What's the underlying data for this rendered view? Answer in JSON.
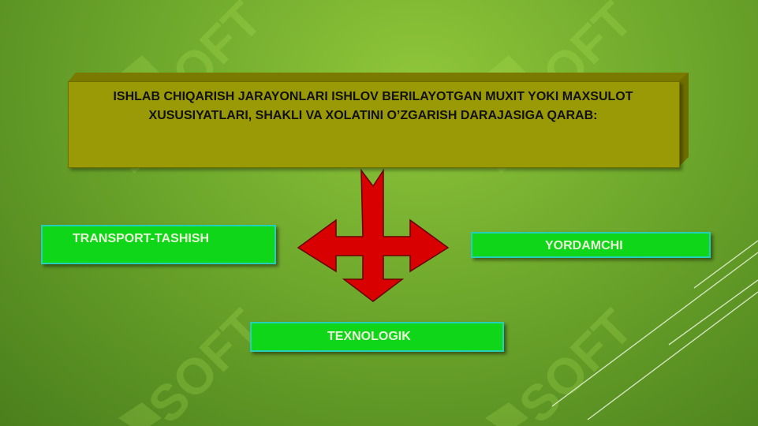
{
  "diagram": {
    "header_text": "ISHLAB CHIQARISH JARAYONLARI ISHLOV BERILAYOTGAN MUXIT YOKI MAXSULOT XUSUSIYATLARI, SHAKLI VA XOLATINI O’ZGARISH DARAJASIGA QARAB:",
    "nodes": {
      "left": "TRANSPORT-TASHISH",
      "right": "YORDAMCHI",
      "bottom": "TEXNOLOGIK"
    }
  },
  "watermark": {
    "text": "SOFT"
  },
  "colors": {
    "background": "#6ea82c",
    "header_box": "#9a9a06",
    "node_box": "#10d61a",
    "node_border": "#25d0b8",
    "arrow": "#d80000"
  }
}
